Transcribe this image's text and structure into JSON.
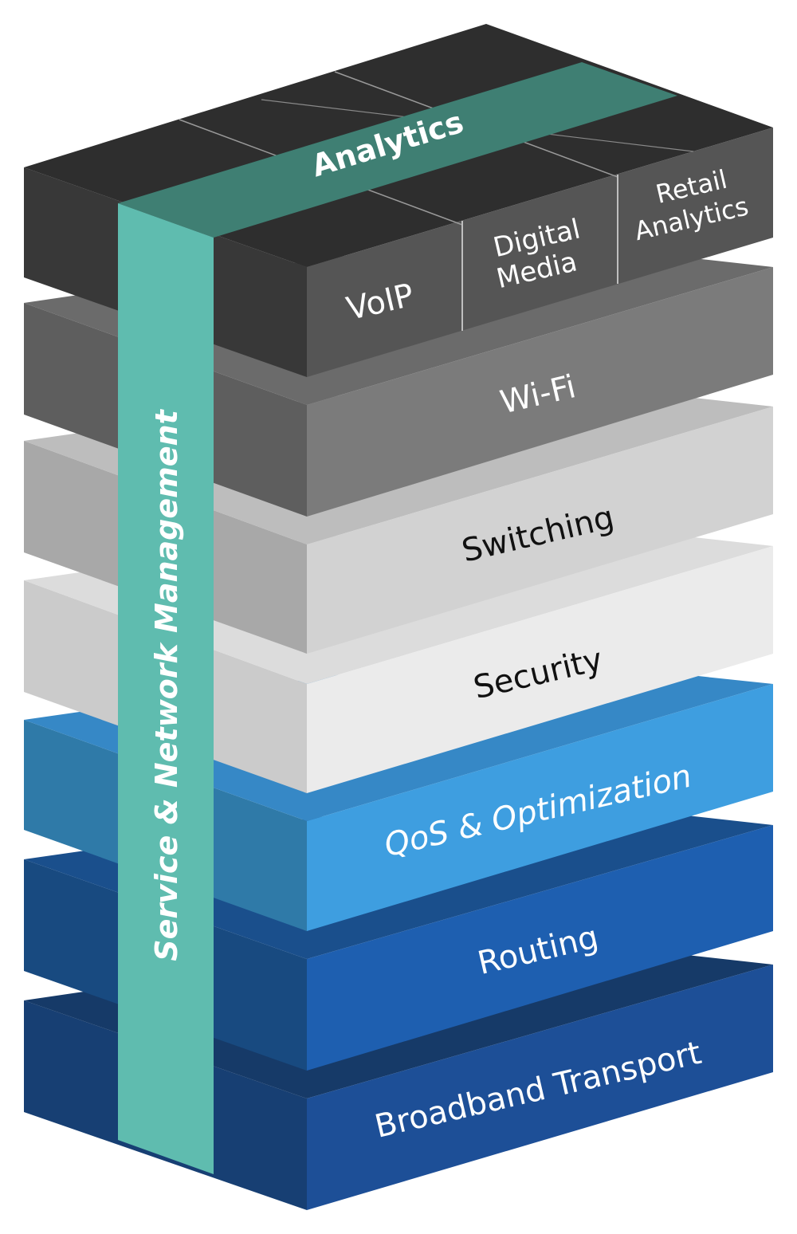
{
  "diagram": {
    "management_band": "Service & Network Management",
    "analytics_band": "Analytics",
    "top_modules": [
      "VoIP",
      "Digital",
      "Media",
      "Retail",
      "Analytics"
    ],
    "layers": [
      {
        "label": "Wi-Fi",
        "front": "#7b7b7b",
        "side": "#5e5e5e",
        "top": "#6b6b6b"
      },
      {
        "label": "Switching",
        "front": "#d2d2d2",
        "side": "#a8a8a8",
        "top": "#bdbdbd"
      },
      {
        "label": "Security",
        "front": "#ebebeb",
        "side": "#cbcbcb",
        "top": "#dcdcdc"
      },
      {
        "label": "QoS & Optimization",
        "front": "#3e9ee0",
        "side": "#2f7aa8",
        "top": "#3688c6"
      },
      {
        "label": "Routing",
        "front": "#1e5fb0",
        "side": "#184a80",
        "top": "#1a4f8c"
      },
      {
        "label": "Broadband Transport",
        "front": "#1d4f97",
        "side": "#173f73",
        "top": "#163a68"
      }
    ],
    "colors": {
      "top_block_front": "#555555",
      "top_block_top": "#2e2e2e",
      "top_block_side": "#383838",
      "band": "#5fbcaf",
      "band_top": "#3f7f73",
      "text_dark": "#111111",
      "text_light": "#ffffff"
    }
  }
}
